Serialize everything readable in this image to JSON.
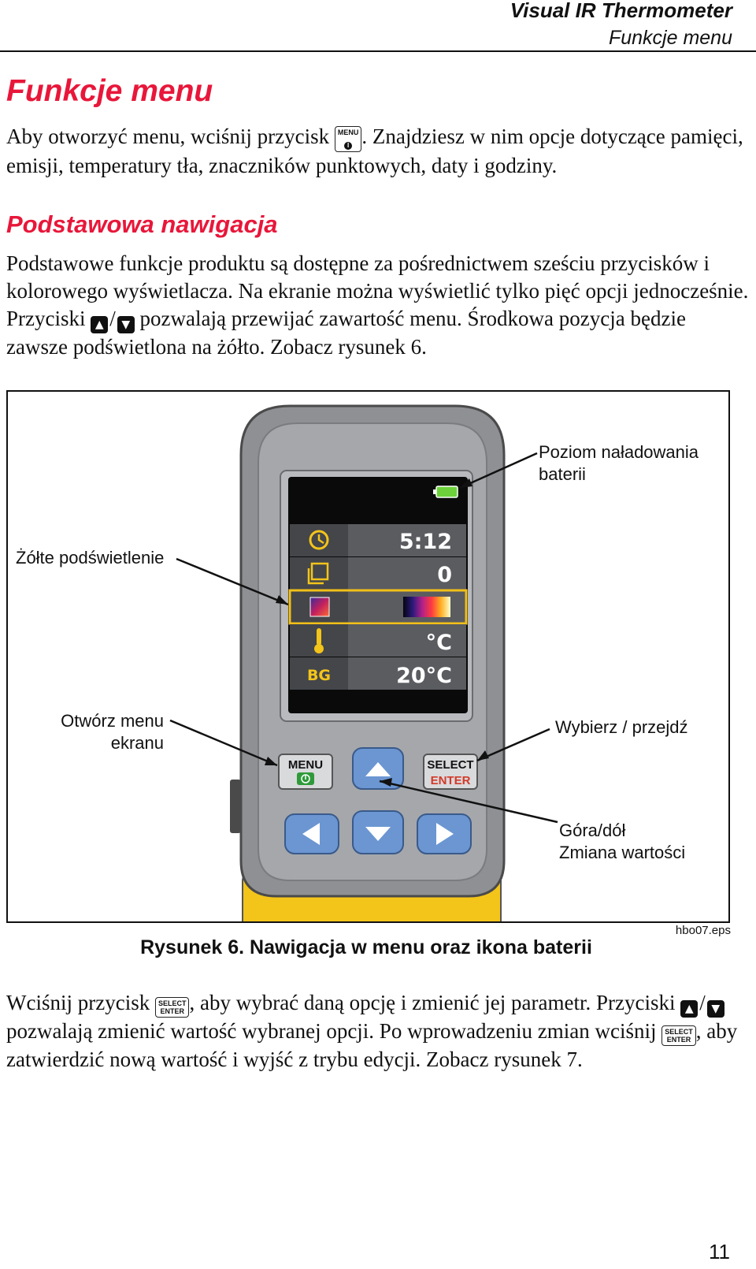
{
  "header": {
    "title": "Visual IR Thermometer",
    "subtitle": "Funkcje menu"
  },
  "section": {
    "title": "Funkcje menu",
    "intro_before": "Aby otworzyć menu, wciśnij przycisk ",
    "intro_after": ". Znajdziesz w nim opcje dotyczące pamięci, emisji, temperatury tła, znaczników punktowych, daty i godziny."
  },
  "subsection": {
    "title": "Podstawowa nawigacja",
    "p1_before": "Podstawowe funkcje produktu są dostępne za pośrednictwem sześciu przycisków i kolorowego wyświetlacza. Na ekranie można wyświetlić tylko pięć opcji jednocześnie. Przyciski ",
    "p1_after": " pozwalają przewijać zawartość menu. Środkowa pozycja będzie zawsze podświetlona na żółto. Zobacz rysunek 6.",
    "slash": "/"
  },
  "keys": {
    "menu": "MENU",
    "select": "SELECT",
    "enter": "ENTER",
    "power": "I",
    "up": "▲",
    "down": "▼",
    "left": "◀",
    "right": "▶"
  },
  "figure": {
    "callouts": {
      "battery_line1": "Poziom naładowania",
      "battery_line2": "baterii",
      "yellow": "Żółte podświetlenie",
      "open_line1": "Otwórz menu",
      "open_line2": "ekranu",
      "select": "Wybierz / przejdź",
      "updown_line1": "Góra/dół",
      "updown_line2": "Zmiana wartości"
    },
    "menu_values": {
      "time": "5:12",
      "memory": "0",
      "unit": "°C",
      "bg_label": "BG",
      "bg_value": "20°C"
    },
    "caption": "Rysunek 6. Nawigacja w menu oraz ikona baterii",
    "id": "hbo07.eps"
  },
  "closing": {
    "a": "Wciśnij przycisk ",
    "b": ", aby wybrać daną opcję i zmienić jej parametr. Przyciski ",
    "c": " pozwalają zmienić wartość wybranej opcji. Po wprowadzeniu zmian wciśnij ",
    "d": ", aby zatwierdzić nową wartość i wyjść z trybu edycji. Zobacz rysunek 7."
  },
  "page_number": "11",
  "colors": {
    "heading": "#e8173a",
    "highlight": "#f2c018",
    "button_blue": "#6b96d2",
    "device_body": "#8e9094",
    "device_yellow": "#f3c41a"
  }
}
